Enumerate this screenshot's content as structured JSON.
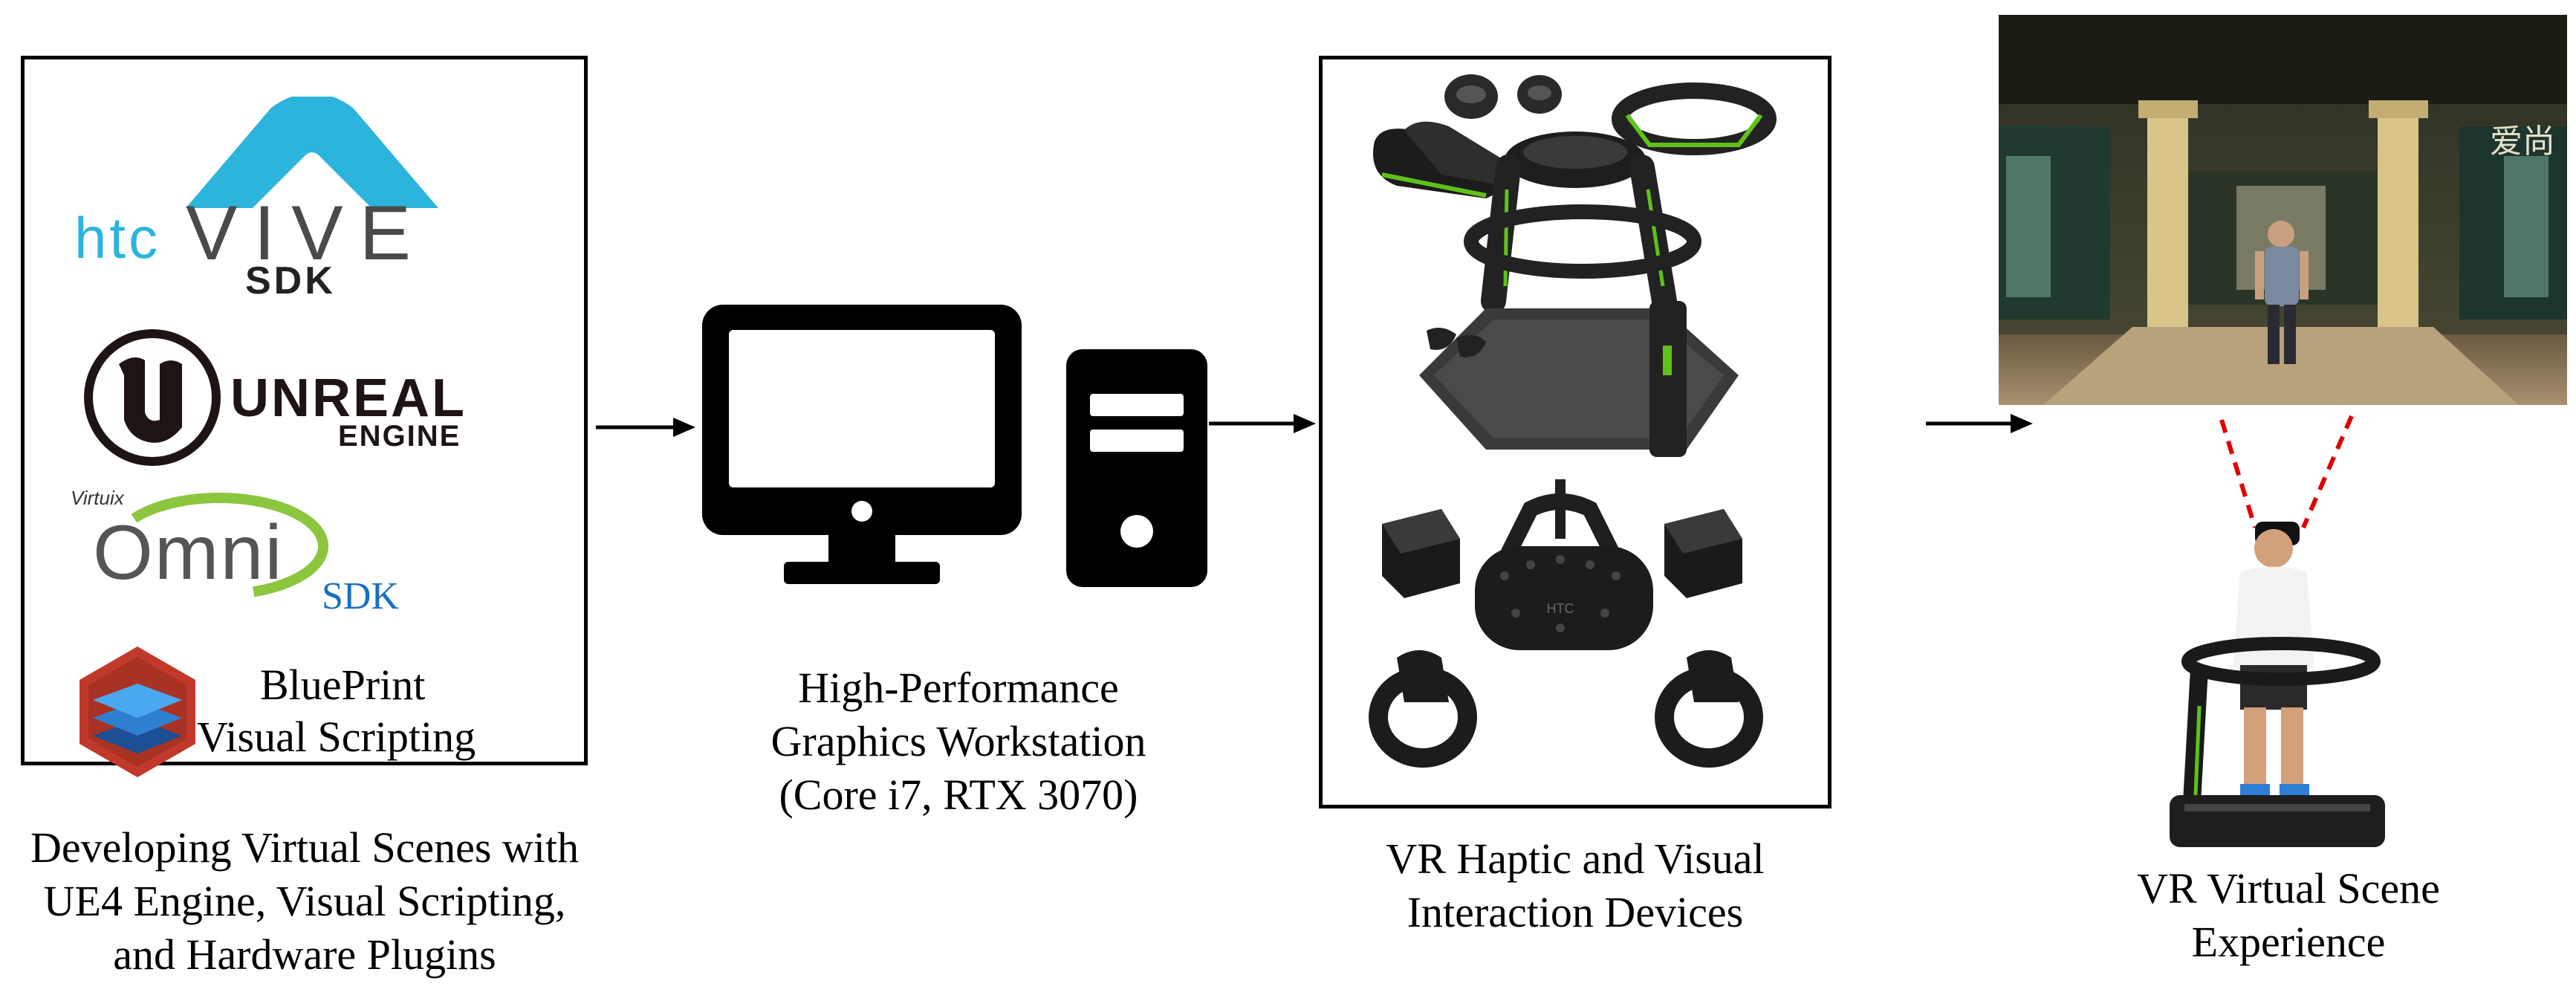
{
  "software": {
    "htc_vive": {
      "brand": "htc",
      "product": "VIVE",
      "suffix": "SDK"
    },
    "unreal": {
      "line1": "UNREAL",
      "line2": "ENGINE"
    },
    "omni": {
      "maker": "Virtuix",
      "product": "Omni",
      "suffix": "SDK"
    },
    "blueprint": {
      "line1": "BluePrint",
      "line2": "Visual Scripting"
    },
    "caption": [
      "Developing Virtual Scenes with",
      "UE4 Engine, Visual Scripting,",
      "and Hardware Plugins"
    ]
  },
  "workstation": {
    "caption": [
      "High-Performance",
      "Graphics Workstation",
      "(Core i7, RTX 3070)"
    ]
  },
  "devices": {
    "headset_brand": "HTC",
    "caption": [
      "VR Haptic and Visual",
      "Interaction Devices"
    ]
  },
  "experience": {
    "sign_text": "爱尚",
    "caption": [
      "VR Virtual Scene",
      "Experience"
    ]
  },
  "colors": {
    "vive_blue": "#2cb4dc",
    "unreal_dark": "#1e1414",
    "omni_green": "#8cc63f",
    "sdk_blue": "#1a6fc4",
    "accent_green": "#5fc21a",
    "laser_red": "#e00000"
  }
}
